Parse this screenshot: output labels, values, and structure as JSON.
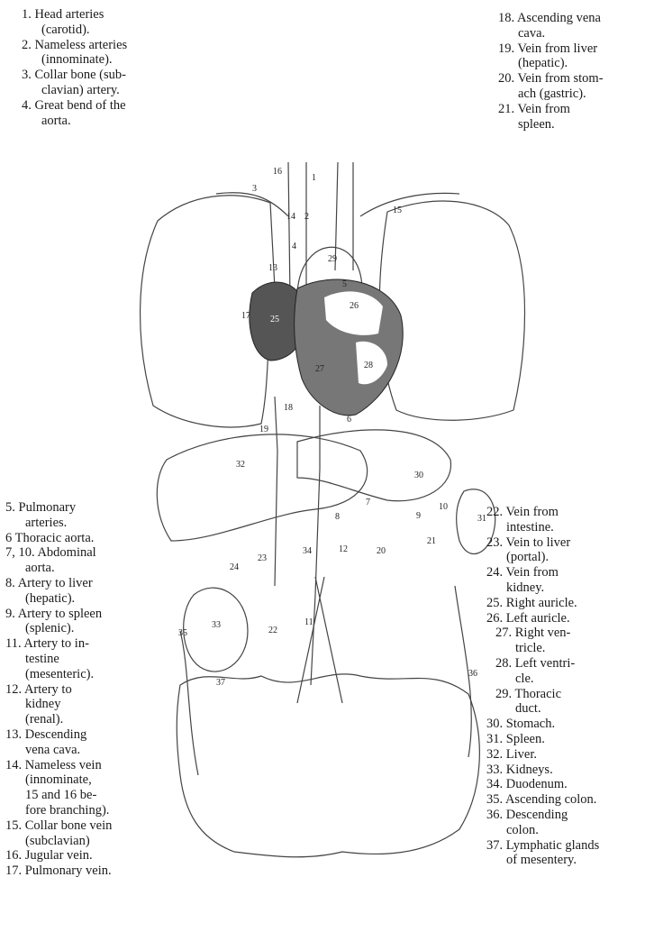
{
  "legend_top_left": [
    {
      "num": "1.",
      "text": "Head arteries",
      "cont": "(carotid)."
    },
    {
      "num": "2.",
      "text": "Nameless arteries",
      "cont": "(innominate)."
    },
    {
      "num": "3.",
      "text": "Collar bone (sub-",
      "cont": "clavian) artery."
    },
    {
      "num": "4.",
      "text": "Great bend of the",
      "cont": "aorta."
    }
  ],
  "legend_top_right": [
    {
      "num": "18.",
      "text": "Ascending vena",
      "cont": "cava."
    },
    {
      "num": "19.",
      "text": "Vein from liver",
      "cont": "(hepatic)."
    },
    {
      "num": "20.",
      "text": "Vein from stom-",
      "cont": "ach (gastric)."
    },
    {
      "num": "21.",
      "text": "Vein from",
      "cont": "spleen."
    }
  ],
  "legend_left": [
    {
      "num": "5.",
      "text": "Pulmonary",
      "cont": "arteries."
    },
    {
      "num": "6",
      "text": "Thoracic aorta.",
      "cont": ""
    },
    {
      "num": "7, 10.",
      "text": "Abdominal",
      "cont": "aorta."
    },
    {
      "num": "8.",
      "text": "Artery to liver",
      "cont": "(hepatic)."
    },
    {
      "num": "9.",
      "text": "Artery to spleen",
      "cont": "(splenic)."
    },
    {
      "num": "11.",
      "text": "Artery to in-",
      "cont": "testine",
      "cont2": "(mesenteric)."
    },
    {
      "num": "12.",
      "text": "Artery to",
      "cont": "kidney",
      "cont2": "(renal)."
    },
    {
      "num": "13.",
      "text": "Descending",
      "cont": "vena cava."
    },
    {
      "num": "14.",
      "text": "Nameless vein",
      "cont": "(innominate,",
      "cont2": "15 and 16 be-",
      "cont3": "fore branching)."
    },
    {
      "num": "15.",
      "text": "Collar bone vein",
      "cont": "(subclavian)"
    },
    {
      "num": "16.",
      "text": "Jugular vein.",
      "cont": ""
    },
    {
      "num": "17.",
      "text": "Pulmonary vein.",
      "cont": ""
    }
  ],
  "legend_right": [
    {
      "num": "22.",
      "text": "Vein from",
      "cont": "intestine."
    },
    {
      "num": "23.",
      "text": "Vein to liver",
      "cont": "(portal)."
    },
    {
      "num": "24.",
      "text": "Vein from",
      "cont": "kidney."
    },
    {
      "num": "25.",
      "text": "Right auricle.",
      "cont": ""
    },
    {
      "num": "26.",
      "text": "Left auricle.",
      "cont": ""
    },
    {
      "num": "27.",
      "text": "Right ven-",
      "cont": "tricle."
    },
    {
      "num": "28.",
      "text": "Left ventri-",
      "cont": "cle."
    },
    {
      "num": "29.",
      "text": "Thoracic",
      "cont": "duct."
    },
    {
      "num": "30.",
      "text": "Stomach.",
      "cont": ""
    },
    {
      "num": "31.",
      "text": "Spleen.",
      "cont": ""
    },
    {
      "num": "32.",
      "text": "Liver.",
      "cont": ""
    },
    {
      "num": "33.",
      "text": "Kidneys.",
      "cont": ""
    },
    {
      "num": "34.",
      "text": "Duodenum.",
      "cont": ""
    },
    {
      "num": "35.",
      "text": "Ascending colon.",
      "cont": ""
    },
    {
      "num": "36.",
      "text": "Descending",
      "cont": "colon."
    },
    {
      "num": "37.",
      "text": "Lymphatic glands",
      "cont": "of mesentery."
    }
  ],
  "diagram_labels": [
    "1",
    "2",
    "3",
    "4",
    "5",
    "6",
    "7",
    "8",
    "9",
    "10",
    "11",
    "12",
    "13",
    "14",
    "15",
    "16",
    "17",
    "18",
    "19",
    "20",
    "21",
    "22",
    "23",
    "24",
    "25",
    "26",
    "27",
    "28",
    "29",
    "30",
    "31",
    "32",
    "33",
    "34",
    "35",
    "36",
    "37"
  ]
}
